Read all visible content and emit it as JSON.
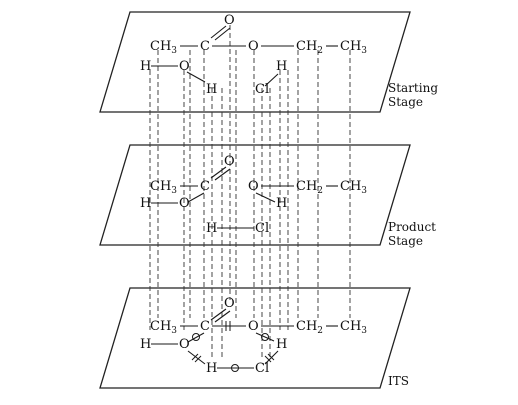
{
  "atoms": {
    "ch3_prefix": "CH",
    "ch3_subscript": "3",
    "ch2_prefix": "CH",
    "ch2_subscript": "2",
    "ch3b_prefix": "CH",
    "ch3b_subscript": "3",
    "carbon": "C",
    "oxygen": "O",
    "hydrogen": "H",
    "chlorine": "Cl"
  },
  "stage_labels": {
    "starting_line1": "Starting",
    "starting_line2": "Stage",
    "product_line1": "Product",
    "product_line2": "Stage",
    "its": "ITS"
  }
}
